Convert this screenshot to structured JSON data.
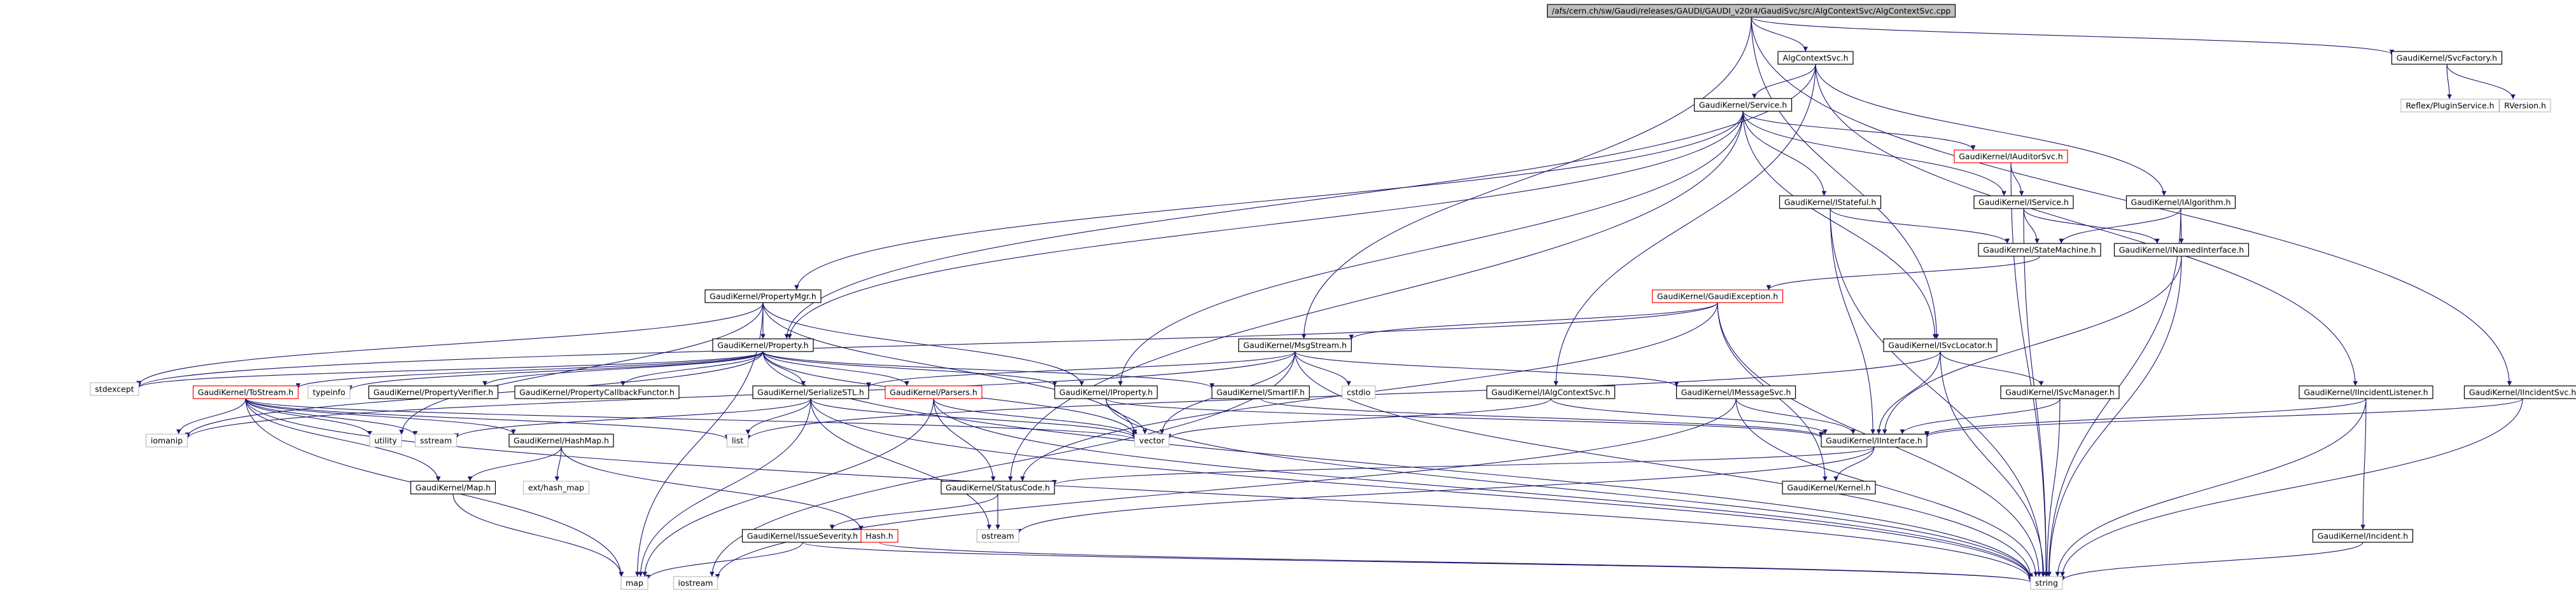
{
  "colors": {
    "root_fill": "#bfbfbf",
    "edge": "#191970",
    "node_border": "#000000",
    "missing_border": "#bfbfbf",
    "undocumented_border": "#ff0000",
    "text": "#000000"
  },
  "nodes": [
    {
      "id": "root",
      "label": "/afs/cern.ch/sw/Gaudi/releases/GAUDI/GAUDI_v20r4/GaudiSvc/src/AlgContextSvc/AlgContextSvc.cpp",
      "style": "root"
    },
    {
      "id": "algctxh",
      "label": "AlgContextSvc.h",
      "style": "normal"
    },
    {
      "id": "svcfactory",
      "label": "GaudiKernel/SvcFactory.h",
      "style": "normal"
    },
    {
      "id": "reflex",
      "label": "Reflex/PluginService.h",
      "style": "missing"
    },
    {
      "id": "rversion",
      "label": "RVersion.h",
      "style": "missing"
    },
    {
      "id": "service",
      "label": "GaudiKernel/Service.h",
      "style": "normal"
    },
    {
      "id": "iauditorsvc",
      "label": "GaudiKernel/IAuditorSvc.h",
      "style": "undoc"
    },
    {
      "id": "istateful",
      "label": "GaudiKernel/IStateful.h",
      "style": "normal"
    },
    {
      "id": "iservice",
      "label": "GaudiKernel/IService.h",
      "style": "normal"
    },
    {
      "id": "ialgorithm",
      "label": "GaudiKernel/IAlgorithm.h",
      "style": "normal"
    },
    {
      "id": "statemachine",
      "label": "GaudiKernel/StateMachine.h",
      "style": "normal"
    },
    {
      "id": "inamedinterface",
      "label": "GaudiKernel/INamedInterface.h",
      "style": "normal"
    },
    {
      "id": "propertymgr",
      "label": "GaudiKernel/PropertyMgr.h",
      "style": "normal"
    },
    {
      "id": "gaudiexception",
      "label": "GaudiKernel/GaudiException.h",
      "style": "undoc"
    },
    {
      "id": "property",
      "label": "GaudiKernel/Property.h",
      "style": "normal"
    },
    {
      "id": "msgstream",
      "label": "GaudiKernel/MsgStream.h",
      "style": "normal"
    },
    {
      "id": "isvclocator",
      "label": "GaudiKernel/ISvcLocator.h",
      "style": "normal"
    },
    {
      "id": "stdexcept",
      "label": "stdexcept",
      "style": "missing"
    },
    {
      "id": "tostream",
      "label": "GaudiKernel/ToStream.h",
      "style": "undoc"
    },
    {
      "id": "typeinfo",
      "label": "typeinfo",
      "style": "missing"
    },
    {
      "id": "propverifier",
      "label": "GaudiKernel/PropertyVerifier.h",
      "style": "normal"
    },
    {
      "id": "propcallback",
      "label": "GaudiKernel/PropertyCallbackFunctor.h",
      "style": "normal"
    },
    {
      "id": "ismartif",
      "label": "GaudiKernel/SmartIF.h",
      "style": "normal"
    },
    {
      "id": "cstdio",
      "label": "cstdio",
      "style": "missing"
    },
    {
      "id": "ialgctxsvc",
      "label": "GaudiKernel/IAlgContextSvc.h",
      "style": "normal"
    },
    {
      "id": "imessagesvc",
      "label": "GaudiKernel/IMessageSvc.h",
      "style": "normal"
    },
    {
      "id": "isvcmanager",
      "label": "GaudiKernel/ISvcManager.h",
      "style": "normal"
    },
    {
      "id": "iincidentlistener",
      "label": "GaudiKernel/IIncidentListener.h",
      "style": "normal"
    },
    {
      "id": "iincidentsvc",
      "label": "GaudiKernel/IIncidentSvc.h",
      "style": "normal"
    },
    {
      "id": "iomanip",
      "label": "iomanip",
      "style": "missing"
    },
    {
      "id": "utility",
      "label": "utility",
      "style": "missing"
    },
    {
      "id": "sstream",
      "label": "sstream",
      "style": "missing"
    },
    {
      "id": "serializestl",
      "label": "GaudiKernel/SerializeSTL.h",
      "style": "normal"
    },
    {
      "id": "parsers",
      "label": "GaudiKernel/Parsers.h",
      "style": "undoc"
    },
    {
      "id": "iproperty",
      "label": "GaudiKernel/IProperty.h",
      "style": "normal"
    },
    {
      "id": "list",
      "label": "list",
      "style": "missing"
    },
    {
      "id": "vector",
      "label": "vector",
      "style": "missing"
    },
    {
      "id": "iinterface",
      "label": "GaudiKernel/IInterface.h",
      "style": "normal"
    },
    {
      "id": "hashmap",
      "label": "GaudiKernel/HashMap.h",
      "style": "normal"
    },
    {
      "id": "exthashmap",
      "label": "ext/hash_map",
      "style": "missing"
    },
    {
      "id": "map_h",
      "label": "GaudiKernel/Map.h",
      "style": "normal"
    },
    {
      "id": "statuscode",
      "label": "GaudiKernel/StatusCode.h",
      "style": "normal"
    },
    {
      "id": "kernel",
      "label": "GaudiKernel/Kernel.h",
      "style": "normal"
    },
    {
      "id": "iincident",
      "label": "GaudiKernel/Incident.h",
      "style": "normal"
    },
    {
      "id": "issueseverity",
      "label": "GaudiKernel/IssueSeverity.h",
      "style": "normal"
    },
    {
      "id": "hash",
      "label": "Hash.h",
      "style": "undoc"
    },
    {
      "id": "ostream",
      "label": "ostream",
      "style": "missing"
    },
    {
      "id": "map",
      "label": "map",
      "style": "missing"
    },
    {
      "id": "iostream",
      "label": "iostream",
      "style": "missing"
    },
    {
      "id": "string",
      "label": "string",
      "style": "missing"
    }
  ],
  "edges": [
    [
      "root",
      "algctxh"
    ],
    [
      "root",
      "svcfactory"
    ],
    [
      "root",
      "isvclocator"
    ],
    [
      "root",
      "msgstream"
    ],
    [
      "root",
      "iincidentsvc"
    ],
    [
      "svcfactory",
      "reflex"
    ],
    [
      "svcfactory",
      "rversion"
    ],
    [
      "algctxh",
      "service"
    ],
    [
      "algctxh",
      "ialgctxsvc"
    ],
    [
      "algctxh",
      "ialgorithm"
    ],
    [
      "algctxh",
      "iincidentlistener"
    ],
    [
      "algctxh",
      "property"
    ],
    [
      "service",
      "iauditorsvc"
    ],
    [
      "service",
      "istateful"
    ],
    [
      "service",
      "iservice"
    ],
    [
      "service",
      "propertymgr"
    ],
    [
      "service",
      "isvclocator"
    ],
    [
      "service",
      "iproperty"
    ],
    [
      "service",
      "property"
    ],
    [
      "service",
      "statuscode"
    ],
    [
      "iauditorsvc",
      "iservice"
    ],
    [
      "iauditorsvc",
      "string"
    ],
    [
      "istateful",
      "statemachine"
    ],
    [
      "istateful",
      "iinterface"
    ],
    [
      "istateful",
      "string"
    ],
    [
      "iservice",
      "statemachine"
    ],
    [
      "iservice",
      "inamedinterface"
    ],
    [
      "iservice",
      "string"
    ],
    [
      "ialgorithm",
      "inamedinterface"
    ],
    [
      "ialgorithm",
      "statemachine"
    ],
    [
      "ialgorithm",
      "string"
    ],
    [
      "statemachine",
      "gaudiexception"
    ],
    [
      "inamedinterface",
      "iinterface"
    ],
    [
      "inamedinterface",
      "string"
    ],
    [
      "propertymgr",
      "property"
    ],
    [
      "propertymgr",
      "iproperty"
    ],
    [
      "propertymgr",
      "vector"
    ],
    [
      "propertymgr",
      "stdexcept"
    ],
    [
      "propertymgr",
      "map"
    ],
    [
      "propertymgr",
      "utility"
    ],
    [
      "gaudiexception",
      "msgstream"
    ],
    [
      "gaudiexception",
      "statuscode"
    ],
    [
      "gaudiexception",
      "kernel"
    ],
    [
      "gaudiexception",
      "stdexcept"
    ],
    [
      "gaudiexception",
      "string"
    ],
    [
      "property",
      "stdexcept"
    ],
    [
      "property",
      "tostream"
    ],
    [
      "property",
      "typeinfo"
    ],
    [
      "property",
      "propverifier"
    ],
    [
      "property",
      "propcallback"
    ],
    [
      "property",
      "ismartif"
    ],
    [
      "property",
      "parsers"
    ],
    [
      "property",
      "iproperty"
    ],
    [
      "property",
      "serializestl"
    ],
    [
      "property",
      "iomanip"
    ],
    [
      "property",
      "vector"
    ],
    [
      "property",
      "string"
    ],
    [
      "msgstream",
      "imessagesvc"
    ],
    [
      "msgstream",
      "serializestl"
    ],
    [
      "msgstream",
      "cstdio"
    ],
    [
      "msgstream",
      "iomanip"
    ],
    [
      "msgstream",
      "vector"
    ],
    [
      "msgstream",
      "string"
    ],
    [
      "msgstream",
      "iostream"
    ],
    [
      "isvclocator",
      "iinterface"
    ],
    [
      "isvclocator",
      "isvcmanager"
    ],
    [
      "isvclocator",
      "list"
    ],
    [
      "isvclocator",
      "string"
    ],
    [
      "tostream",
      "iomanip"
    ],
    [
      "tostream",
      "utility"
    ],
    [
      "tostream",
      "sstream"
    ],
    [
      "tostream",
      "hashmap"
    ],
    [
      "tostream",
      "map_h"
    ],
    [
      "tostream",
      "vector"
    ],
    [
      "tostream",
      "list"
    ],
    [
      "tostream",
      "map"
    ],
    [
      "tostream",
      "string"
    ],
    [
      "ismartif",
      "iinterface"
    ],
    [
      "ialgctxsvc",
      "iinterface"
    ],
    [
      "ialgctxsvc",
      "vector"
    ],
    [
      "imessagesvc",
      "iinterface"
    ],
    [
      "imessagesvc",
      "iostream"
    ],
    [
      "imessagesvc",
      "string"
    ],
    [
      "isvcmanager",
      "iinterface"
    ],
    [
      "isvcmanager",
      "string"
    ],
    [
      "iincidentlistener",
      "iinterface"
    ],
    [
      "iincidentlistener",
      "iincident"
    ],
    [
      "iincidentlistener",
      "string"
    ],
    [
      "iincidentsvc",
      "iinterface"
    ],
    [
      "iincidentsvc",
      "string"
    ],
    [
      "serializestl",
      "vector"
    ],
    [
      "serializestl",
      "list"
    ],
    [
      "serializestl",
      "map"
    ],
    [
      "serializestl",
      "ostream"
    ],
    [
      "serializestl",
      "sstream"
    ],
    [
      "serializestl",
      "string"
    ],
    [
      "parsers",
      "statuscode"
    ],
    [
      "parsers",
      "vector"
    ],
    [
      "parsers",
      "map"
    ],
    [
      "parsers",
      "string"
    ],
    [
      "iproperty",
      "iinterface"
    ],
    [
      "iproperty",
      "string"
    ],
    [
      "iproperty",
      "vector"
    ],
    [
      "iinterface",
      "kernel"
    ],
    [
      "iinterface",
      "statuscode"
    ],
    [
      "iinterface",
      "ostream"
    ],
    [
      "hashmap",
      "exthashmap"
    ],
    [
      "hashmap",
      "hash"
    ],
    [
      "hashmap",
      "map_h"
    ],
    [
      "map_h",
      "map"
    ],
    [
      "statuscode",
      "ostream"
    ],
    [
      "statuscode",
      "issueseverity"
    ],
    [
      "issueseverity",
      "map"
    ],
    [
      "issueseverity",
      "string"
    ],
    [
      "hash",
      "string"
    ],
    [
      "iincident",
      "string"
    ]
  ]
}
